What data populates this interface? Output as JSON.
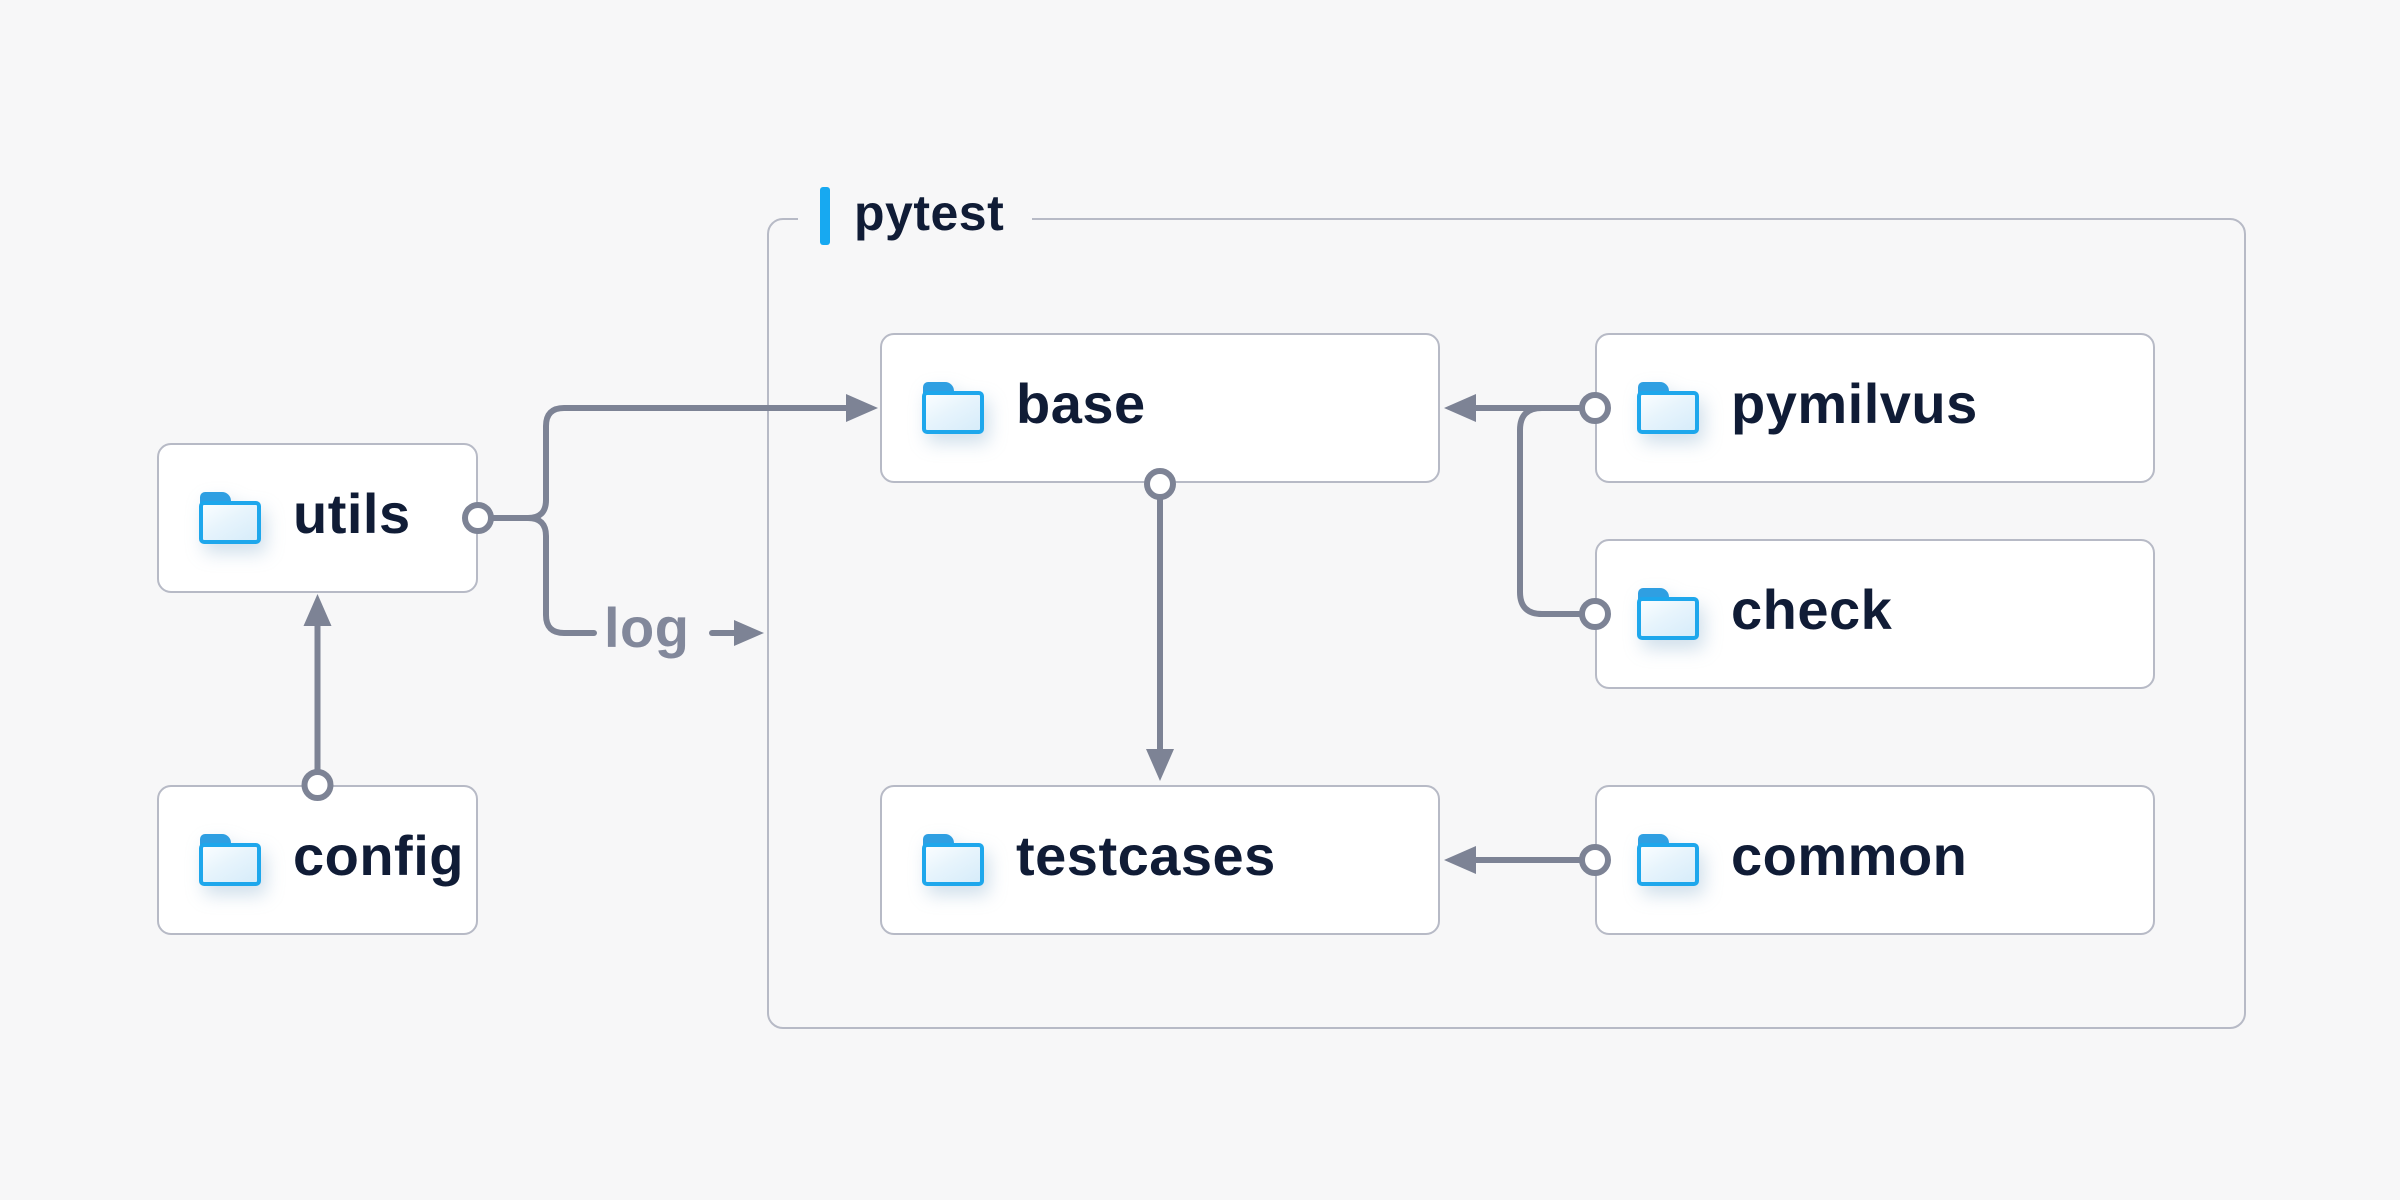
{
  "group": {
    "label": "pytest"
  },
  "nodes": {
    "utils": {
      "label": "utils"
    },
    "config": {
      "label": "config"
    },
    "base": {
      "label": "base"
    },
    "pymilvus": {
      "label": "pymilvus"
    },
    "check": {
      "label": "check"
    },
    "testcases": {
      "label": "testcases"
    },
    "common": {
      "label": "common"
    }
  },
  "edge_labels": {
    "log": "log"
  },
  "edges": [
    {
      "from": "config",
      "to": "utils",
      "label": ""
    },
    {
      "from": "utils",
      "to": "base",
      "label": ""
    },
    {
      "from": "utils",
      "to": "pytest-group",
      "label": "log"
    },
    {
      "from": "pymilvus",
      "to": "base",
      "label": ""
    },
    {
      "from": "check",
      "to": "base",
      "label": ""
    },
    {
      "from": "base",
      "to": "testcases",
      "label": ""
    },
    {
      "from": "common",
      "to": "testcases",
      "label": ""
    }
  ],
  "colors": {
    "background": "#f7f7f8",
    "box_fill": "#ffffff",
    "box_border": "#b7bac6",
    "connector": "#7d8395",
    "text": "#101c36",
    "muted_label": "#82889b",
    "accent_bar": "#17a9f1",
    "folder_border": "#1ea7ec",
    "folder_tab": "#2f9fe2"
  }
}
